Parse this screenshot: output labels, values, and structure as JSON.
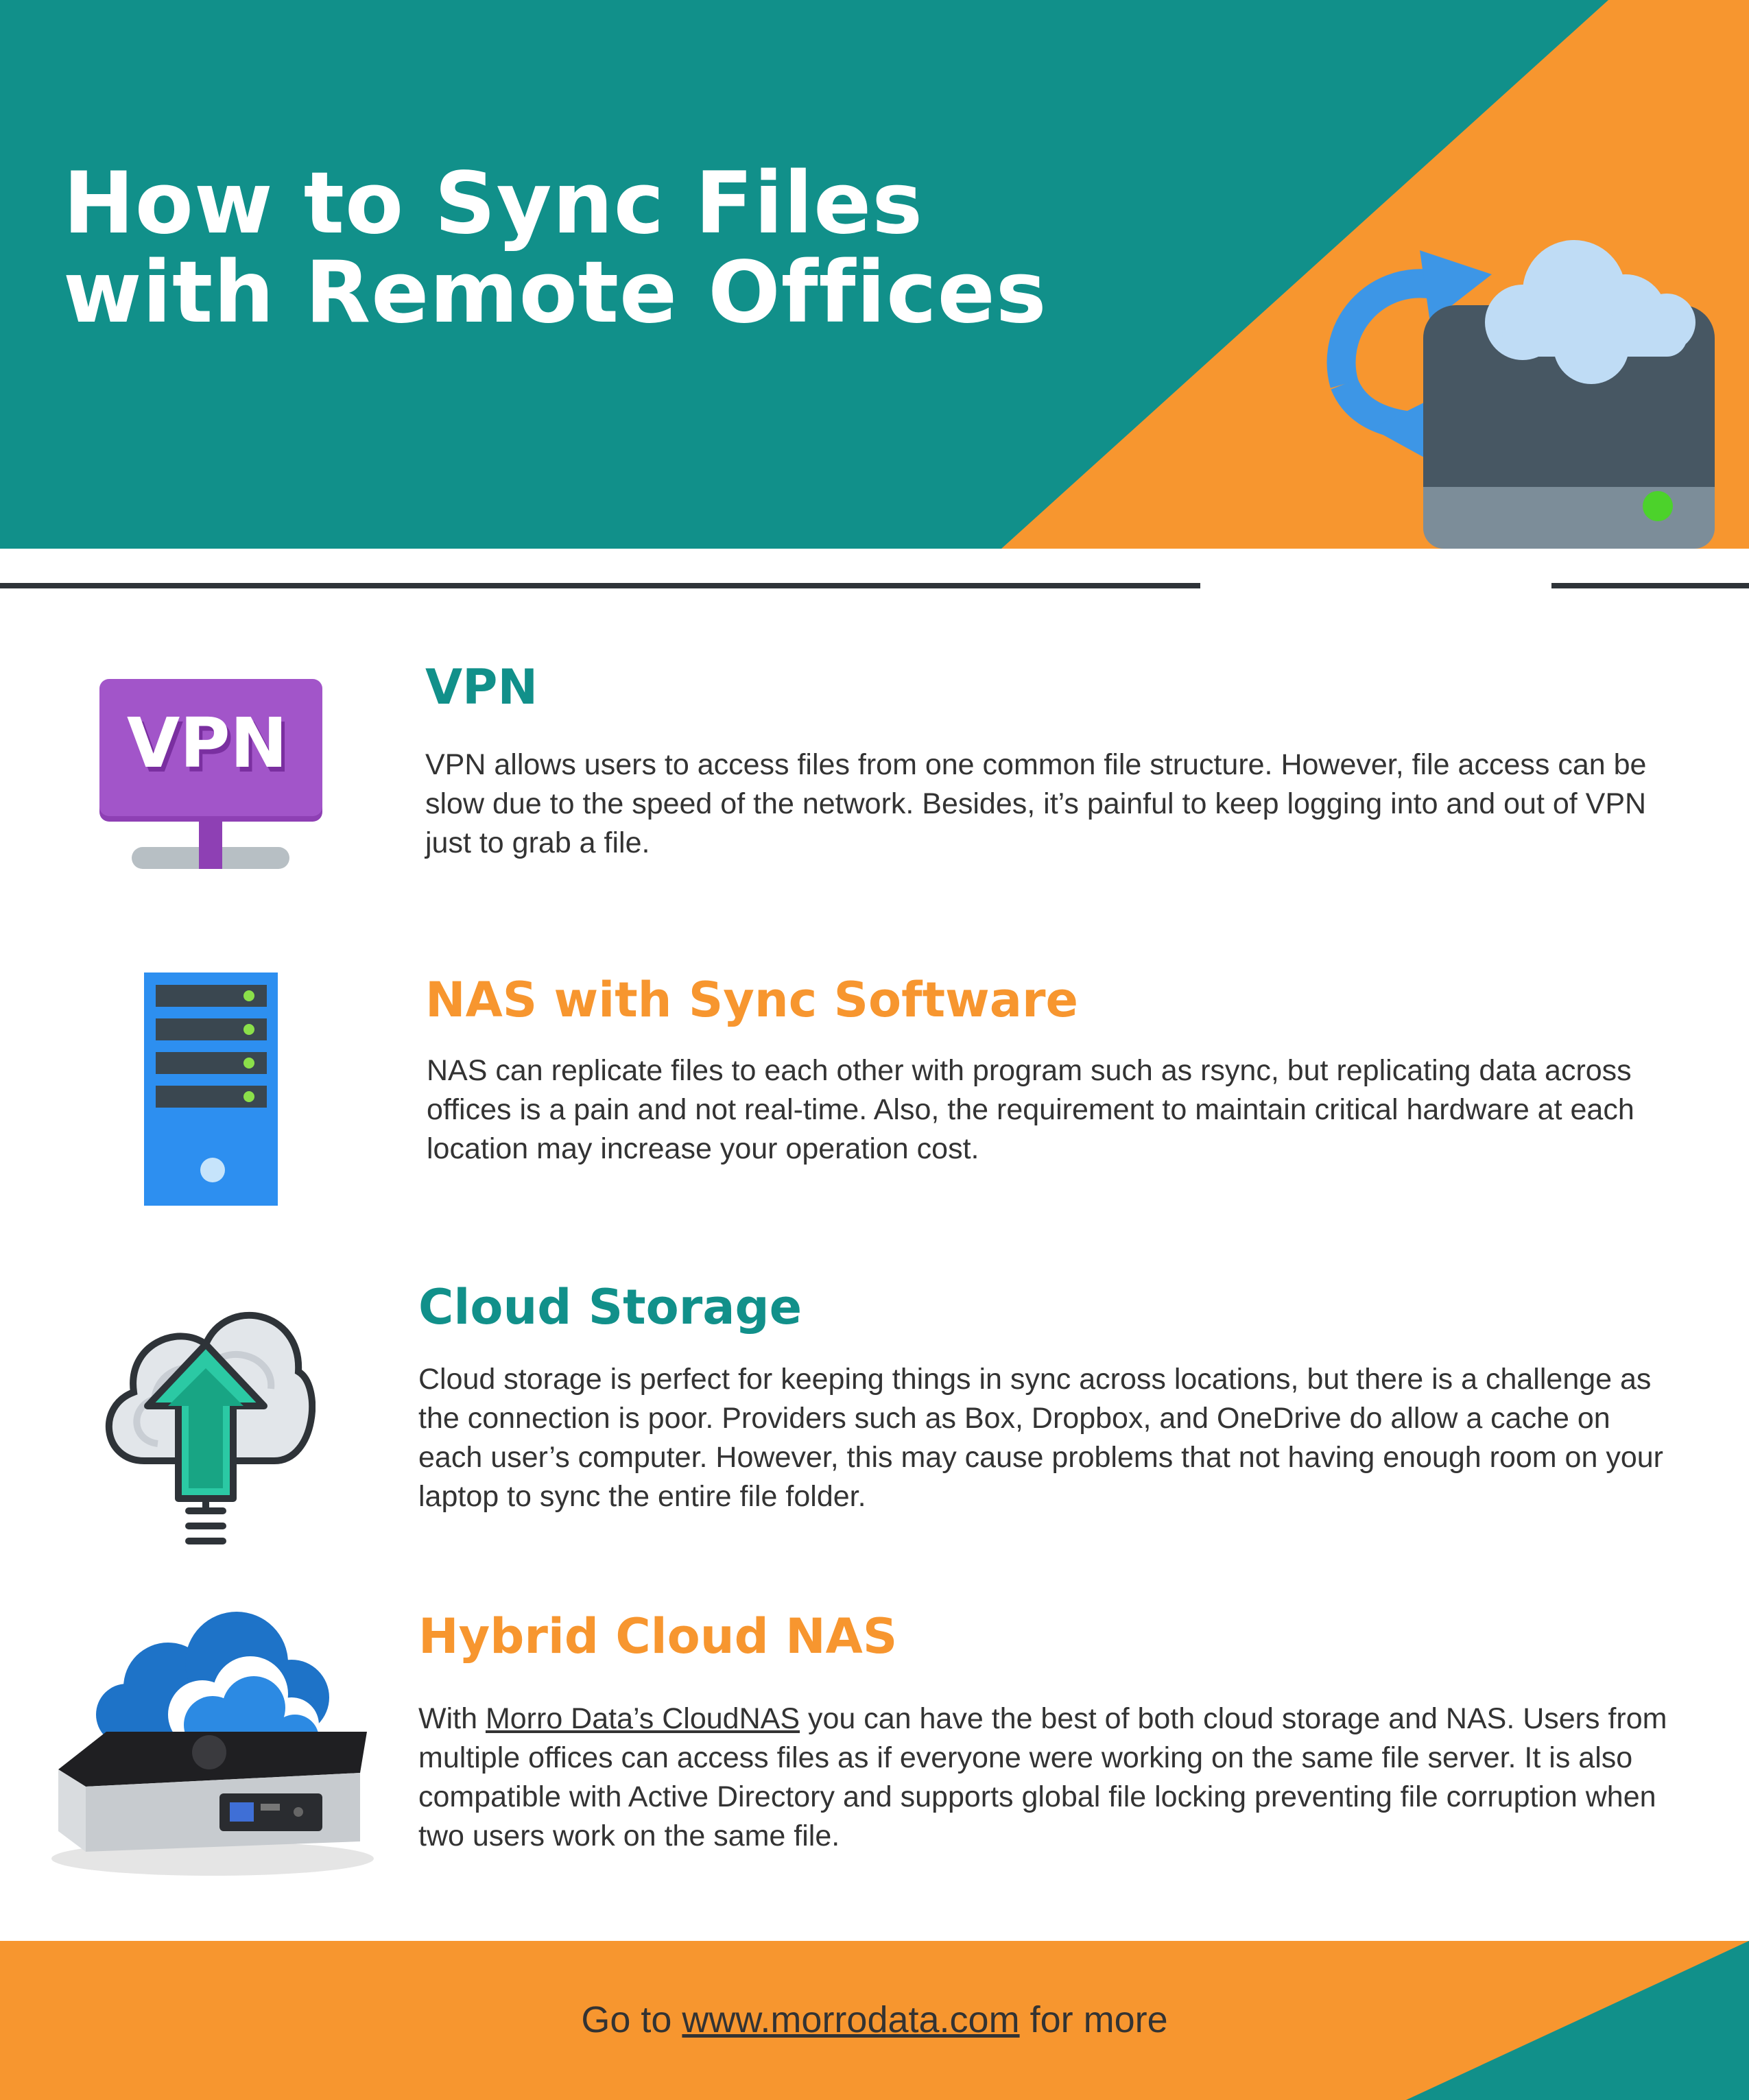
{
  "header": {
    "title_line1": "How to Sync Files",
    "title_line2": "with Remote Offices",
    "hero_icon": "cloud-nas-sync-icon"
  },
  "colors": {
    "teal": "#11908a",
    "orange": "#f7962f",
    "dark": "#2e3338",
    "text": "#333333"
  },
  "sections": [
    {
      "title": "VPN",
      "title_color": "teal",
      "icon": "vpn-monitor-icon",
      "body": "VPN allows users to access files from one common file structure. However, file access can be slow due to the speed of the network. Besides, it’s painful to keep logging into and out of VPN just to grab a file."
    },
    {
      "title": "NAS with Sync Software",
      "title_color": "orange",
      "icon": "server-tower-icon",
      "body": "NAS can replicate files to each other with program such as rsync, but replicating data across offices is a pain and not real-time. Also, the requirement to maintain critical hardware at each location may increase your operation cost."
    },
    {
      "title": "Cloud Storage",
      "title_color": "teal",
      "icon": "cloud-upload-icon",
      "body": "Cloud storage is perfect for keeping things in sync across locations, but there is a challenge as the connection is poor. Providers such as Box, Dropbox, and OneDrive do allow a cache on each user’s computer. However, this may cause problems that not having enough room on your laptop to sync the entire file folder."
    },
    {
      "title": "Hybrid Cloud NAS",
      "title_color": "orange",
      "icon": "cloudnas-device-icon",
      "body_prefix": "With ",
      "body_link": "Morro Data’s CloudNAS",
      "body_suffix": " you can have the best of both cloud storage and NAS. Users from multiple offices can access files as if everyone were working on the same file server. It is also compatible with Active Directory and supports global file locking preventing file corruption when two users work on the same file."
    }
  ],
  "footer": {
    "prefix": "Go to ",
    "link": "www.morrodata.com",
    "suffix": " for more"
  }
}
